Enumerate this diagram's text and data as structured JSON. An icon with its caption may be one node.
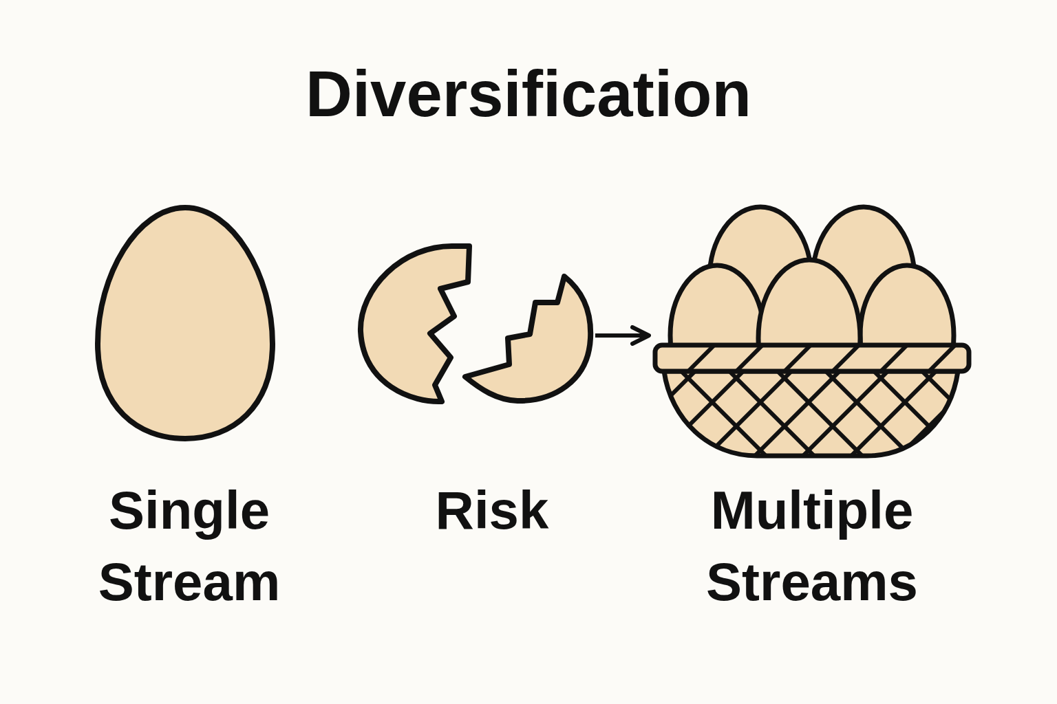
{
  "diagram": {
    "title": "Diversification",
    "nodes": [
      {
        "text": [
          "Single Stream"
        ]
      },
      {
        "text": [
          "Risk"
        ]
      },
      {
        "text": [
          "Multiple Streams"
        ]
      }
    ],
    "edges": [
      {
        "from": 1,
        "to": 2,
        "arrow": "to"
      }
    ]
  }
}
